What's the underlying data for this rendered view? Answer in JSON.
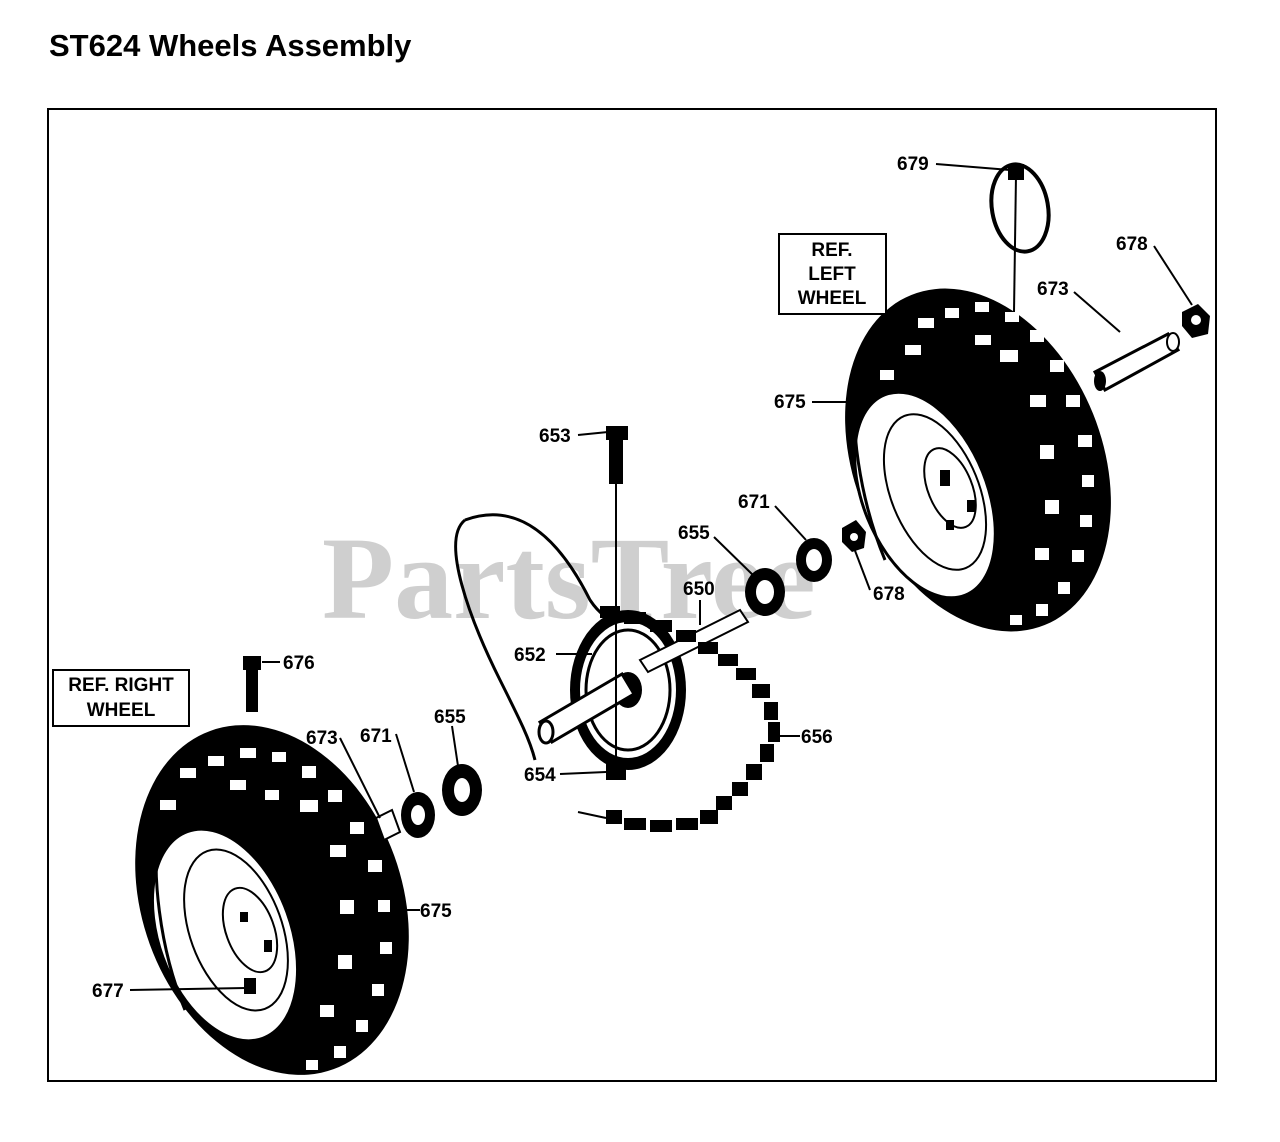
{
  "page": {
    "title": "ST624 Wheels Assembly",
    "watermark": "PartsTree"
  },
  "diagram": {
    "ref_boxes": {
      "left_wheel": [
        "REF.",
        "LEFT",
        "WHEEL"
      ],
      "right_wheel": [
        "REF. RIGHT",
        "WHEEL"
      ]
    },
    "callouts": {
      "c679": "679",
      "c678_top": "678",
      "c673_top": "673",
      "c675_top": "675",
      "c653": "653",
      "c671_top": "671",
      "c655_top": "655",
      "c650": "650",
      "c678_mid": "678",
      "c652": "652",
      "c676": "676",
      "c673_bot": "673",
      "c671_bot": "671",
      "c655_bot": "655",
      "c656": "656",
      "c654": "654",
      "c675_bot": "675",
      "c677": "677"
    }
  },
  "colors": {
    "ink": "#000000",
    "watermark": "#cfcfcf",
    "background": "#ffffff"
  }
}
